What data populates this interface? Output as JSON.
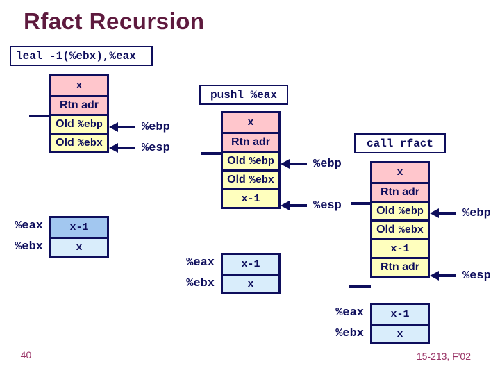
{
  "slide": {
    "title": "Rfact Recursion",
    "instruction": "leal -1(%ebx),%eax",
    "footer_left": "– 40 –",
    "footer_right": "15-213, F'02"
  },
  "colors": {
    "navy": "#0e0e5c",
    "pink": "#ffc6cc",
    "yellow": "#ffffbe",
    "blue_highlight": "#a2c7f0",
    "blue_light": "#d9edfb",
    "title": "#5e1a3e",
    "footer": "#993366"
  },
  "stages": [
    {
      "instruction": "",
      "stack": [
        {
          "label": "",
          "mono": "x",
          "fill": "pink"
        },
        {
          "label": "Rtn adr",
          "mono": "",
          "fill": "pink"
        },
        {
          "label": "Old",
          "mono": "%ebp",
          "fill": "yellow"
        },
        {
          "label": "Old",
          "mono": "%ebx",
          "fill": "yellow"
        }
      ],
      "pointers": [
        {
          "label": "%ebp"
        },
        {
          "label": "%esp"
        }
      ],
      "registers": [
        {
          "name": "%eax",
          "value": "x-1",
          "fill": "blue_highlight"
        },
        {
          "name": "%ebx",
          "value": "x",
          "fill": "blue_light"
        }
      ]
    },
    {
      "instruction": "pushl %eax",
      "stack": [
        {
          "label": "",
          "mono": "x",
          "fill": "pink"
        },
        {
          "label": "Rtn adr",
          "mono": "",
          "fill": "pink"
        },
        {
          "label": "Old",
          "mono": "%ebp",
          "fill": "yellow"
        },
        {
          "label": "Old",
          "mono": "%ebx",
          "fill": "yellow"
        },
        {
          "label": "",
          "mono": "x-1",
          "fill": "yellow"
        }
      ],
      "pointers": [
        {
          "label": "%ebp"
        },
        {
          "label": "%esp"
        }
      ],
      "registers": [
        {
          "name": "%eax",
          "value": "x-1",
          "fill": "blue_light"
        },
        {
          "name": "%ebx",
          "value": "x",
          "fill": "blue_light"
        }
      ]
    },
    {
      "instruction": "call rfact",
      "stack": [
        {
          "label": "",
          "mono": "x",
          "fill": "pink"
        },
        {
          "label": "Rtn adr",
          "mono": "",
          "fill": "pink"
        },
        {
          "label": "Old",
          "mono": "%ebp",
          "fill": "yellow"
        },
        {
          "label": "Old",
          "mono": "%ebx",
          "fill": "yellow"
        },
        {
          "label": "",
          "mono": "x-1",
          "fill": "yellow"
        },
        {
          "label": "Rtn adr",
          "mono": "",
          "fill": "yellow"
        }
      ],
      "pointers": [
        {
          "label": "%ebp"
        },
        {
          "label": "%esp"
        }
      ],
      "registers": [
        {
          "name": "%eax",
          "value": "x-1",
          "fill": "blue_light"
        },
        {
          "name": "%ebx",
          "value": "x",
          "fill": "blue_light"
        }
      ]
    }
  ]
}
